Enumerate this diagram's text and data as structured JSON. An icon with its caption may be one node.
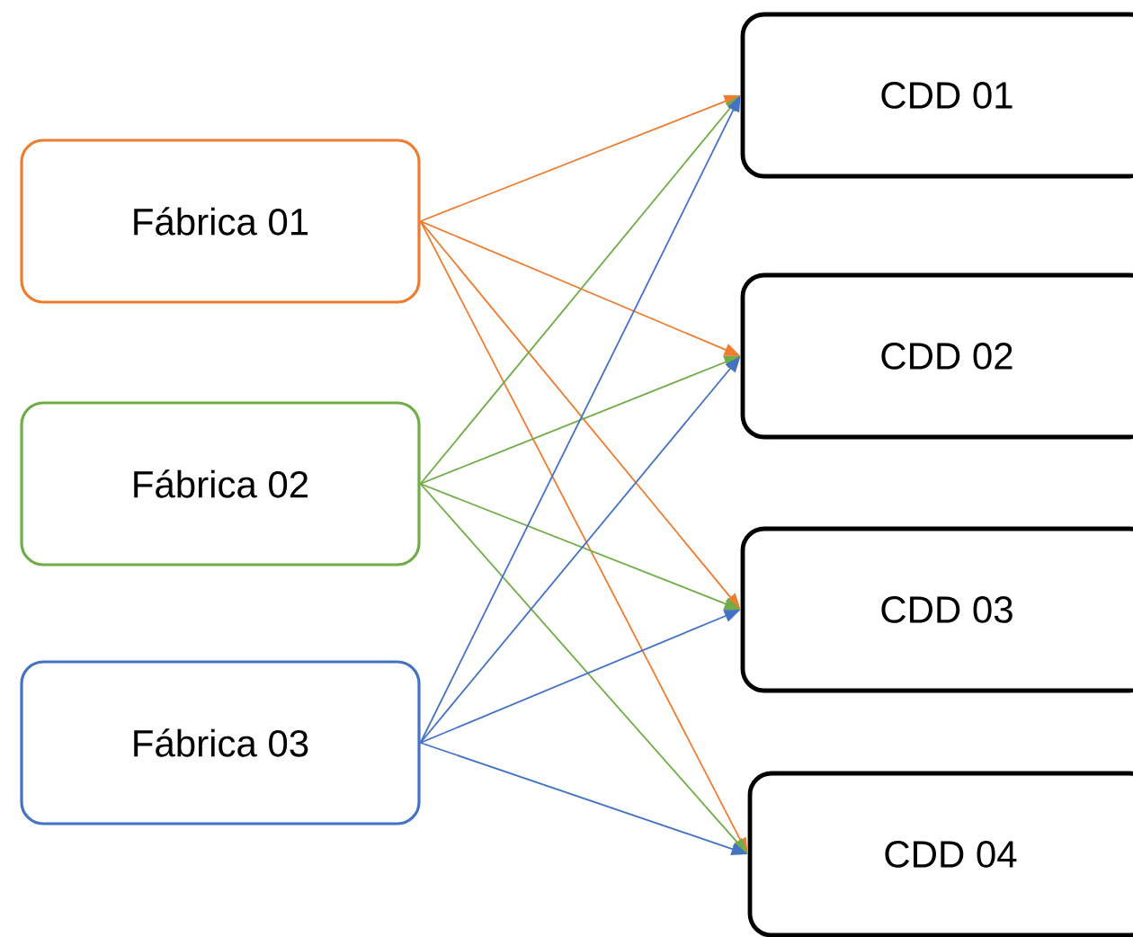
{
  "diagram": {
    "nodes": [
      {
        "text": [
          "Fábrica 01"
        ]
      },
      {
        "text": [
          "Fábrica 02"
        ]
      },
      {
        "text": [
          "Fábrica 03"
        ]
      },
      {
        "text": [
          "CDD 01"
        ]
      },
      {
        "text": [
          "CDD 02"
        ]
      },
      {
        "text": [
          "CDD 03"
        ]
      },
      {
        "text": [
          "CDD 04"
        ]
      }
    ],
    "edges": [
      {
        "from": 0,
        "to": 3,
        "arrow": "to",
        "color": "#ed7d31"
      },
      {
        "from": 0,
        "to": 4,
        "arrow": "to",
        "color": "#ed7d31"
      },
      {
        "from": 0,
        "to": 5,
        "arrow": "to",
        "color": "#ed7d31"
      },
      {
        "from": 0,
        "to": 6,
        "arrow": "to",
        "color": "#ed7d31"
      },
      {
        "from": 1,
        "to": 3,
        "arrow": "to",
        "color": "#70ad47"
      },
      {
        "from": 1,
        "to": 4,
        "arrow": "to",
        "color": "#70ad47"
      },
      {
        "from": 1,
        "to": 5,
        "arrow": "to",
        "color": "#70ad47"
      },
      {
        "from": 1,
        "to": 6,
        "arrow": "to",
        "color": "#70ad47"
      },
      {
        "from": 2,
        "to": 3,
        "arrow": "to",
        "color": "#4472c4"
      },
      {
        "from": 2,
        "to": 4,
        "arrow": "to",
        "color": "#4472c4"
      },
      {
        "from": 2,
        "to": 5,
        "arrow": "to",
        "color": "#4472c4"
      },
      {
        "from": 2,
        "to": 6,
        "arrow": "to",
        "color": "#4472c4"
      }
    ]
  }
}
